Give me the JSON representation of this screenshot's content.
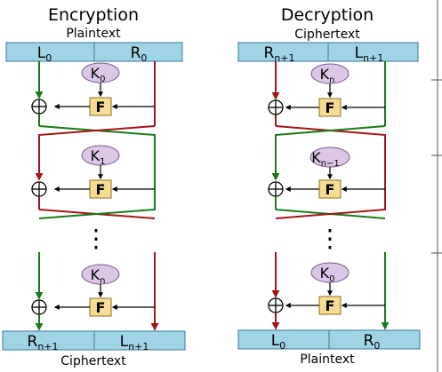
{
  "colors": {
    "red": "#a1161a",
    "green": "#1a7a1a",
    "block_fill": "#9fd4e6",
    "block_stroke": "#3a7a99",
    "f_fill": "#f7dc94",
    "f_stroke": "#8a7020",
    "key_fill": "#dcc6e6",
    "key_stroke": "#7a5a8a"
  },
  "encryption": {
    "title": "Encryption",
    "input_label": "Plaintext",
    "output_label": "Ciphertext",
    "input_left": {
      "main": "L",
      "sub": "0"
    },
    "input_right": {
      "main": "R",
      "sub": "0"
    },
    "output_left": {
      "main": "R",
      "sub": "n+1"
    },
    "output_right": {
      "main": "L",
      "sub": "n+1"
    },
    "round_keys": [
      {
        "main": "K",
        "sub": "0"
      },
      {
        "main": "K",
        "sub": "1"
      },
      {
        "main": "K",
        "sub": "n"
      }
    ],
    "f_label": "F",
    "ellipsis": "⋮"
  },
  "decryption": {
    "title": "Decryption",
    "input_label": "Ciphertext",
    "output_label": "Plaintext",
    "input_left": {
      "main": "R",
      "sub": "n+1"
    },
    "input_right": {
      "main": "L",
      "sub": "n+1"
    },
    "output_left": {
      "main": "L",
      "sub": "0"
    },
    "output_right": {
      "main": "R",
      "sub": "0"
    },
    "round_keys": [
      {
        "main": "K",
        "sub": "n"
      },
      {
        "main": "K",
        "sub": "n−1"
      },
      {
        "main": "K",
        "sub": "0"
      }
    ],
    "f_label": "F",
    "ellipsis": "⋮"
  }
}
